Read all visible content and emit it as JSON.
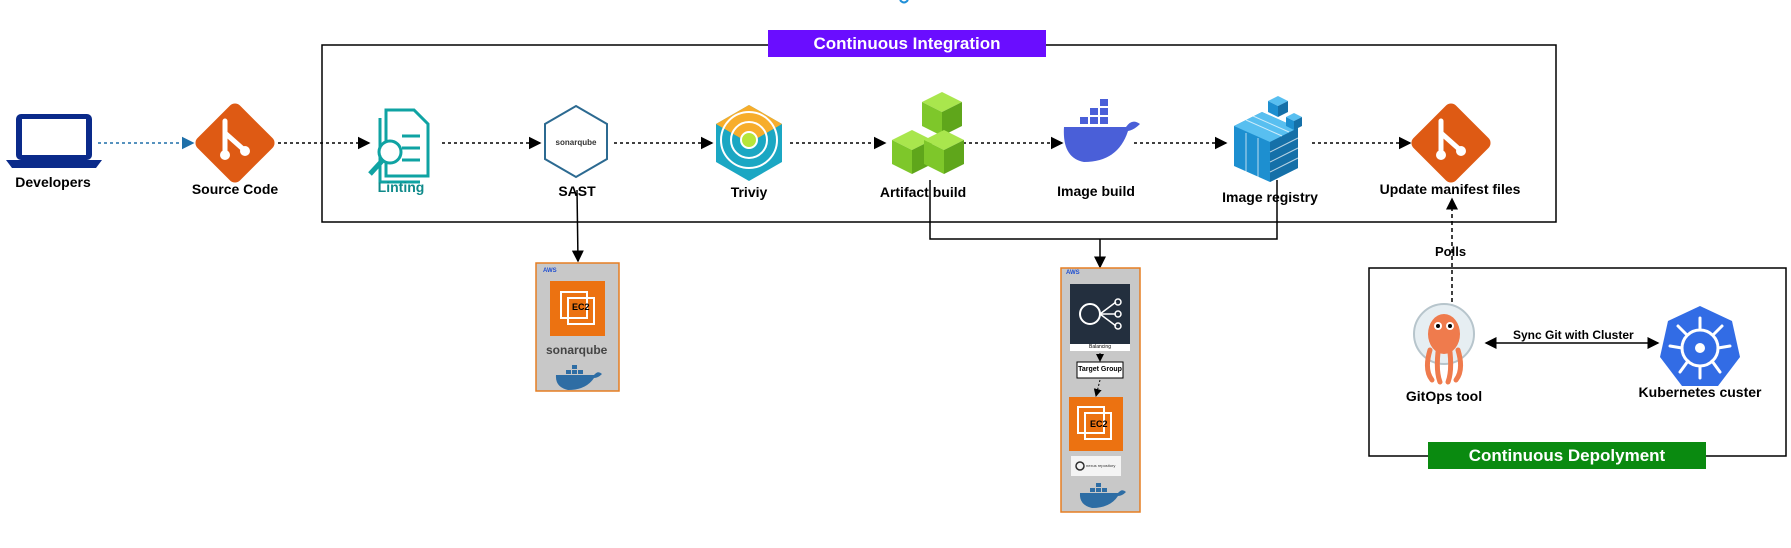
{
  "title": "",
  "groups": {
    "ci": "Continuous Integration",
    "cd": "Continuous Depolyment"
  },
  "nodes": {
    "developers": "Developers",
    "source_code": "Source Code",
    "linting": "Linting",
    "sast": "SAST",
    "trivy": "Triviy",
    "artifact_build": "Artifact build",
    "image_build": "Image build",
    "image_registry": "Image registry",
    "update_manifest": "Update manifest files",
    "gitops": "GitOps tool",
    "kubernetes": "Kubernetes custer"
  },
  "edges": {
    "polls": "Polls",
    "sync": "Sync Git with Cluster"
  },
  "aws_panels": {
    "aws_label": "AWS",
    "ec2": "EC2",
    "sonarqube": "sonarqube",
    "sonarqube_badge": "sonarqube",
    "balancing": "Balancing",
    "target_group": "Target Group",
    "nexus": "nexus repository"
  },
  "colors": {
    "ci_band": "#6a0dff",
    "cd_band": "#0a8a10",
    "git_orange": "#de5a14",
    "aws_orange": "#ec7211",
    "kubernetes_blue": "#326ce5",
    "trivy_teal": "#1ba7c3",
    "artifact_green": "#7ed321",
    "docker_blue": "#4a5fd8",
    "registry_blue": "#3aa0d8"
  },
  "icons": [
    "laptop-icon",
    "git-icon",
    "linting-document-icon",
    "sonarqube-icon",
    "trivy-icon",
    "artifact-cubes-icon",
    "docker-whale-icon",
    "registry-cubes-icon",
    "argo-octopus-icon",
    "kubernetes-helm-icon",
    "ec2-chip-icon",
    "load-balancer-icon"
  ]
}
